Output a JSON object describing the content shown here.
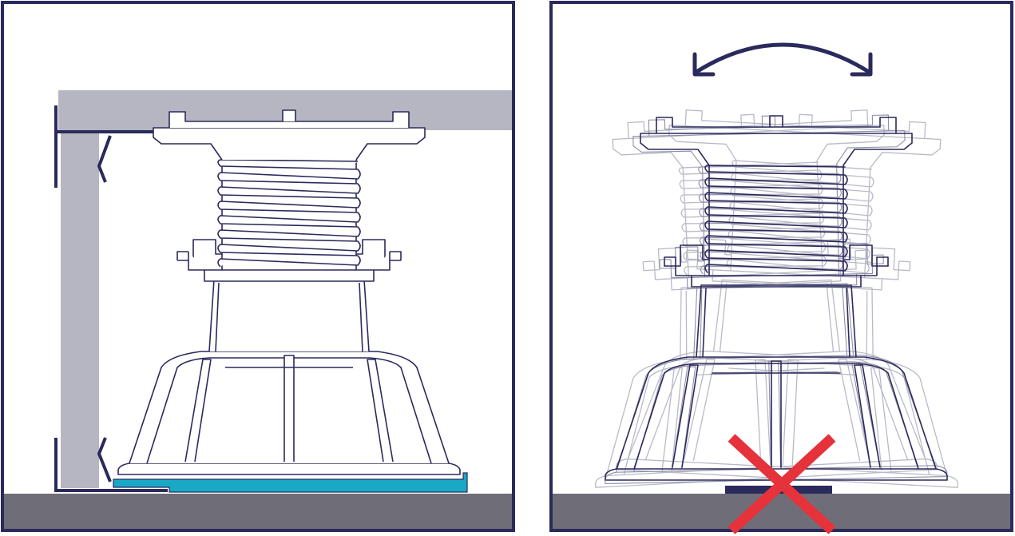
{
  "panels": [
    {
      "id": "left",
      "subject": "pedestal-with-base-plate-and-wall-profile"
    },
    {
      "id": "right",
      "subject": "pedestal-tilting-without-support"
    }
  ],
  "colors": {
    "frame": "#2b2a5c",
    "floor": "#6f6e78",
    "slab": "#b5b6c1",
    "base_plate": "#19a9c6",
    "cross": "#e6323a",
    "ghost": "#b9bac7"
  },
  "icons": [
    "rotate-arrow-icon",
    "cross-icon"
  ]
}
